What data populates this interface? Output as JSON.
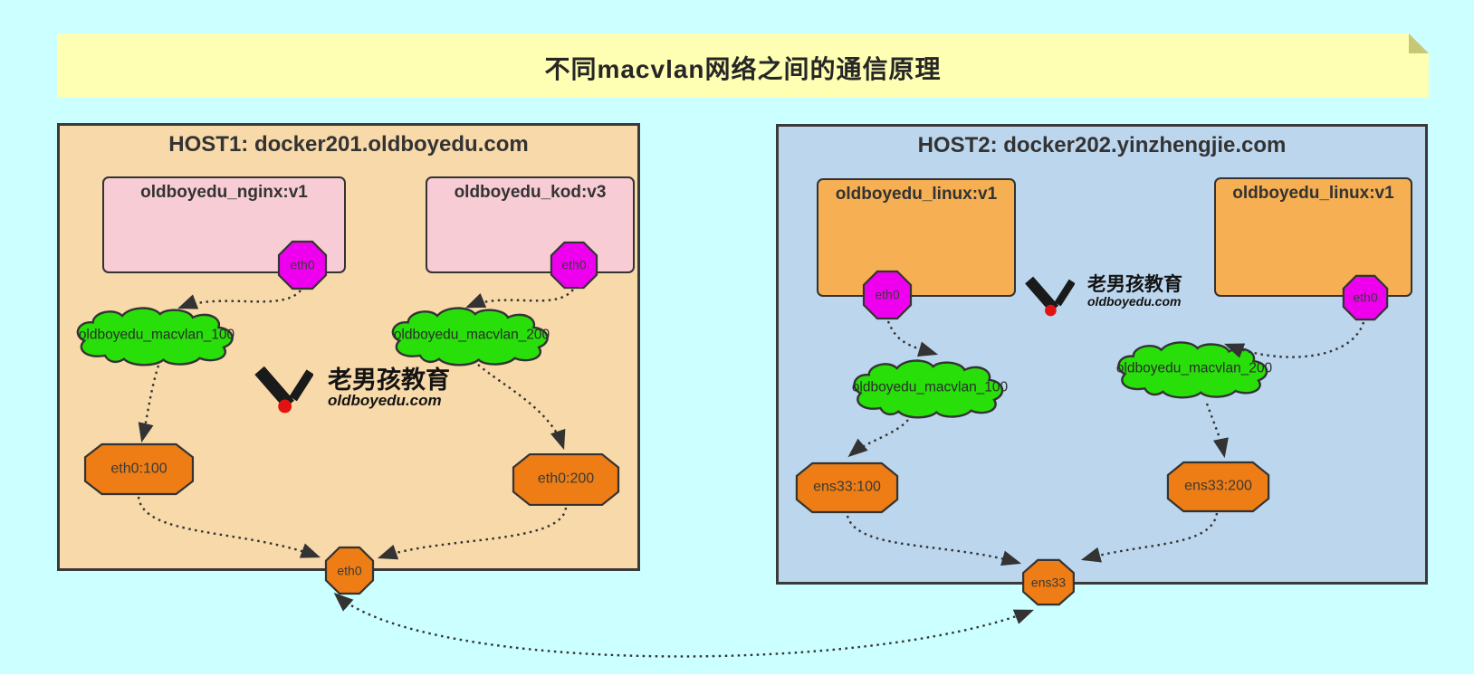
{
  "banner": {
    "title": "不同macvlan网络之间的通信原理"
  },
  "logo": {
    "name_cn": "老男孩教育",
    "domain": "oldboyedu.com"
  },
  "hosts": [
    {
      "title": "HOST1: docker201.oldboyedu.com",
      "containers": [
        {
          "label": "oldboyedu_nginx:v1",
          "iface": "eth0"
        },
        {
          "label": "oldboyedu_kod:v3",
          "iface": "eth0"
        }
      ],
      "networks": [
        {
          "label": "oldboyedu_macvlan_100"
        },
        {
          "label": "oldboyedu_macvlan_200"
        }
      ],
      "subinterfaces": [
        {
          "label": "eth0:100"
        },
        {
          "label": "eth0:200"
        }
      ],
      "nic": {
        "label": "eth0"
      }
    },
    {
      "title": "HOST2: docker202.yinzhengjie.com",
      "containers": [
        {
          "label": "oldboyedu_linux:v1",
          "iface": "eth0"
        },
        {
          "label": "oldboyedu_linux:v1",
          "iface": "eth0"
        }
      ],
      "networks": [
        {
          "label": "oldboyedu_macvlan_100"
        },
        {
          "label": "oldboyedu_macvlan_200"
        }
      ],
      "subinterfaces": [
        {
          "label": "ens33:100"
        },
        {
          "label": "ens33:200"
        }
      ],
      "nic": {
        "label": "ens33"
      }
    }
  ],
  "colors": {
    "background": "#CCFFFF",
    "banner_yellow": "#FFFFB4",
    "host1_fill": "#F8D9A9",
    "host2_fill": "#BCD6ED",
    "container_pink": "#F8CCD4",
    "container_orange": "#F6AF53",
    "cloud_green": "#28DF0A",
    "octagon_orange": "#ED7D14",
    "octagon_magenta": "#EE00EE",
    "arrow": "#333333"
  }
}
